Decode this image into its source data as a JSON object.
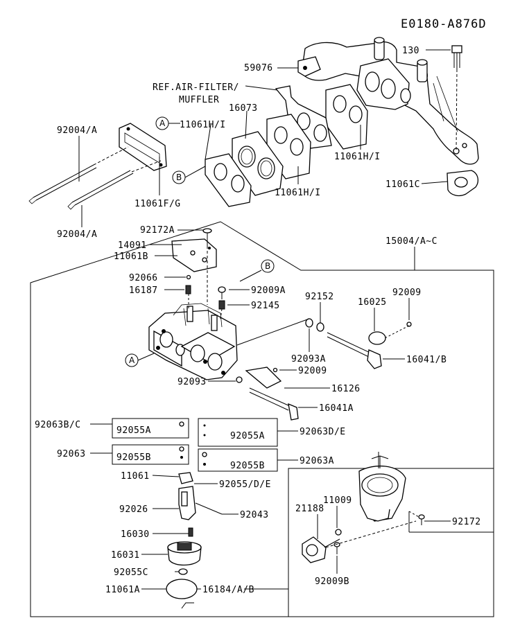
{
  "diagram": {
    "id": "E0180-A876D",
    "ref_text": "REF.AIR-FILTER/",
    "ref_text2": "MUFFLER",
    "callouts": {
      "A": "A",
      "B": "B"
    },
    "parts": {
      "p59076": "59076",
      "p130": "130",
      "p16073": "16073",
      "p92004a_top": "92004/A",
      "p11061hi_1": "11061H/I",
      "p11061hi_2": "11061H/I",
      "p11061hi_3": "11061H/I",
      "p11061fg": "11061F/G",
      "p11061c": "11061C",
      "p92004a_bot": "92004/A",
      "p92172a": "92172A",
      "p14091": "14091",
      "p11061b": "11061B",
      "p15004": "15004/A~C",
      "p92066": "92066",
      "p16187": "16187",
      "p92009a": "92009A",
      "p92145": "92145",
      "p92152": "92152",
      "p16025": "16025",
      "p92009_r": "92009",
      "p92093a": "92093A",
      "p16041b": "16041/B",
      "p92009_c": "92009",
      "p92093": "92093",
      "p16126": "16126",
      "p16041a": "16041A",
      "p92063bc": "92063B/C",
      "p92055a_l": "92055A",
      "p92055a_r": "92055A",
      "p92063de": "92063D/E",
      "p92063": "92063",
      "p92055b_l": "92055B",
      "p92055b_r": "92055B",
      "p92063a": "92063A",
      "p11061": "11061",
      "p92055de": "92055/D/E",
      "p11009": "11009",
      "p21188": "21188",
      "p92026": "92026",
      "p92043": "92043",
      "p92172": "92172",
      "p16030": "16030",
      "p16031": "16031",
      "p92009b": "92009B",
      "p92055c": "92055C",
      "p11061a": "11061A",
      "p16184": "16184/A/B"
    }
  }
}
